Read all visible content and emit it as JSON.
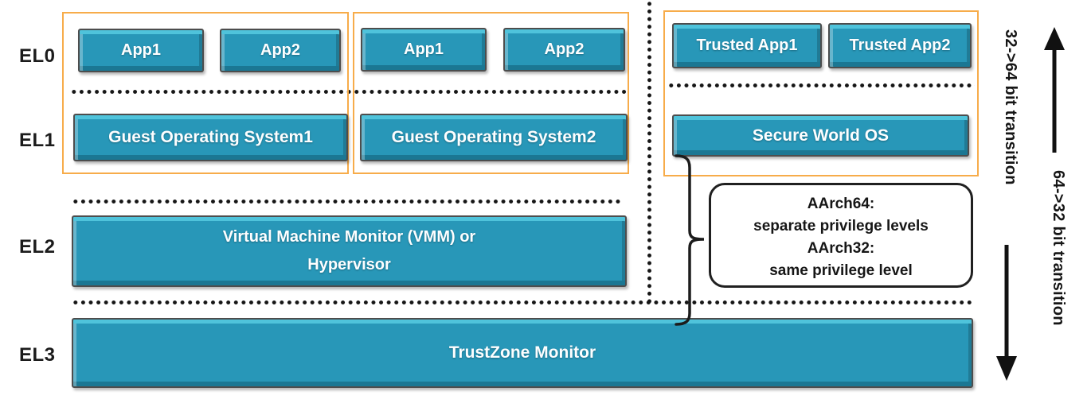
{
  "el_labels": [
    "EL0",
    "EL1",
    "EL2",
    "EL3"
  ],
  "normal_world": {
    "vm1": {
      "app1": "App1",
      "app2": "App2",
      "os": "Guest Operating System1"
    },
    "vm2": {
      "app1": "App1",
      "app2": "App2",
      "os": "Guest Operating System2"
    }
  },
  "secure_world": {
    "app1": "Trusted App1",
    "app2": "Trusted App2",
    "os": "Secure World OS"
  },
  "hypervisor": {
    "line1": "Virtual Machine Monitor (VMM) or",
    "line2": "Hypervisor"
  },
  "monitor": {
    "label": "TrustZone Monitor"
  },
  "annotation": {
    "lines": [
      "AArch64:",
      "separate privilege levels",
      "AArch32:",
      "same privilege level"
    ]
  },
  "transitions": {
    "up_label": "32->64 bit transition",
    "down_label": "64->32 bit transition"
  },
  "colors": {
    "teal": "#2897B8",
    "teal_light": "#4FC3DB",
    "teal_dark": "#1B7793",
    "orange": "#F7AC4A",
    "ink": "#1B1B1B"
  }
}
